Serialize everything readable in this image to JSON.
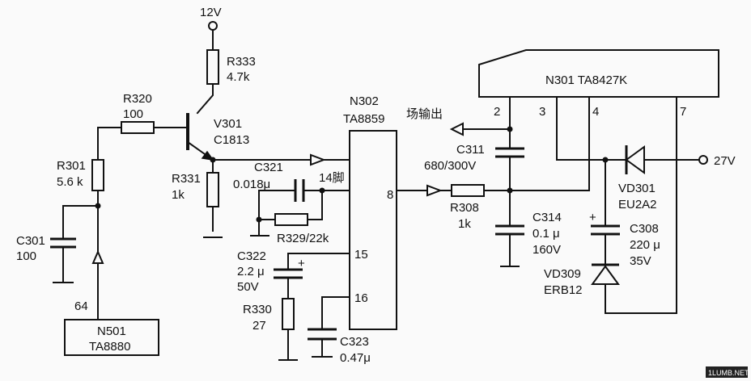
{
  "supply_12v": "12V",
  "supply_27v": "27V",
  "r333": {
    "ref": "R333",
    "val": "4.7k"
  },
  "r320": {
    "ref": "R320",
    "val": "100"
  },
  "v301": {
    "ref": "V301",
    "part": "C1813"
  },
  "r331": {
    "ref": "R331",
    "val": "1k"
  },
  "r301": {
    "ref": "R301",
    "val": "5.6 k"
  },
  "c301": {
    "ref": "C301",
    "val": "100"
  },
  "c321": {
    "ref": "C321",
    "val": "0.018μ"
  },
  "pin14": "14脚",
  "r329": "R329/22k",
  "n302": {
    "ref": "N302",
    "part": "TA8859"
  },
  "n302_pin8": "8",
  "n302_pin15": "15",
  "n302_pin16": "16",
  "c322": {
    "ref": "C322",
    "val": "2.2 μ",
    "volt": "50V"
  },
  "r330": {
    "ref": "R330",
    "val": "27"
  },
  "c323": {
    "ref": "C323",
    "val": "0.47μ"
  },
  "n501": {
    "ref": "N501",
    "part": "TA8880",
    "pin": "64"
  },
  "field_out": "场输出",
  "c311": {
    "ref": "C311",
    "val": "680/300V"
  },
  "r308": {
    "ref": "R308",
    "val": "1k"
  },
  "c314": {
    "ref": "C314",
    "val": "0.1 μ",
    "volt": "160V"
  },
  "n301": {
    "label": "N301  TA8427K",
    "pin2": "2",
    "pin3": "3",
    "pin4": "4",
    "pin7": "7"
  },
  "vd301": {
    "ref": "VD301",
    "part": "EU2A2"
  },
  "c308": {
    "ref": "C308",
    "val": "220 μ",
    "volt": "35V",
    "plus": "+"
  },
  "vd309": {
    "ref": "VD309",
    "part": "ERB12"
  },
  "c322_plus": "+",
  "watermark": "1LUMB.NET"
}
